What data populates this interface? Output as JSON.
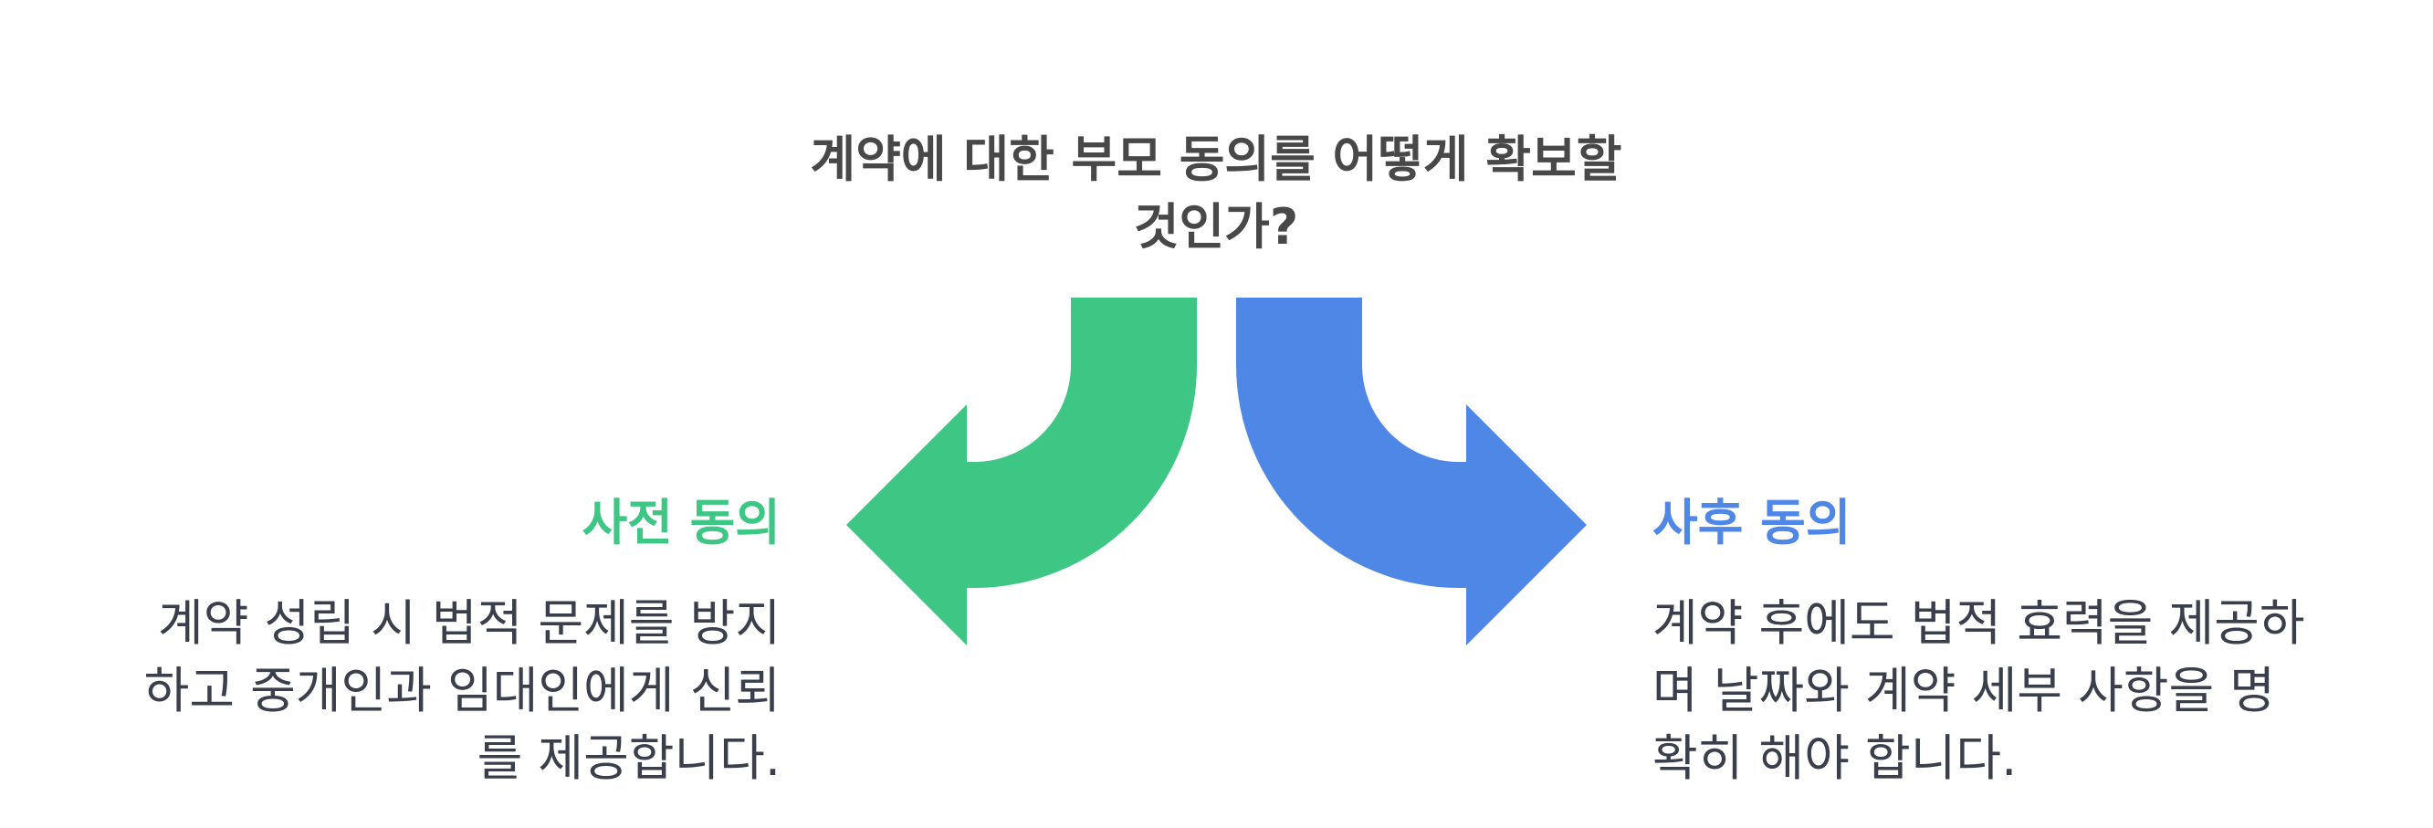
{
  "title": {
    "line1": "계약에 대한 부모 동의를 어떻게 확보할",
    "line2": "것인가?"
  },
  "options": [
    {
      "heading": "사전 동의",
      "color": "#3ec784",
      "description_lines": [
        "계약 성립 시 법적 문제를 방지",
        "하고 중개인과 임대인에게 신뢰",
        "를 제공합니다."
      ]
    },
    {
      "heading": "사후 동의",
      "color": "#4f87e6",
      "description_lines": [
        "계약 후에도 법적 효력을 제공하",
        "며 날짜와 계약 세부 사항을 명",
        "확히 해야 합니다."
      ]
    }
  ],
  "colors": {
    "title_text": "#484848",
    "body_text": "#3a3f4b"
  },
  "icons": [
    "curved-arrow-left-icon",
    "curved-arrow-right-icon"
  ]
}
